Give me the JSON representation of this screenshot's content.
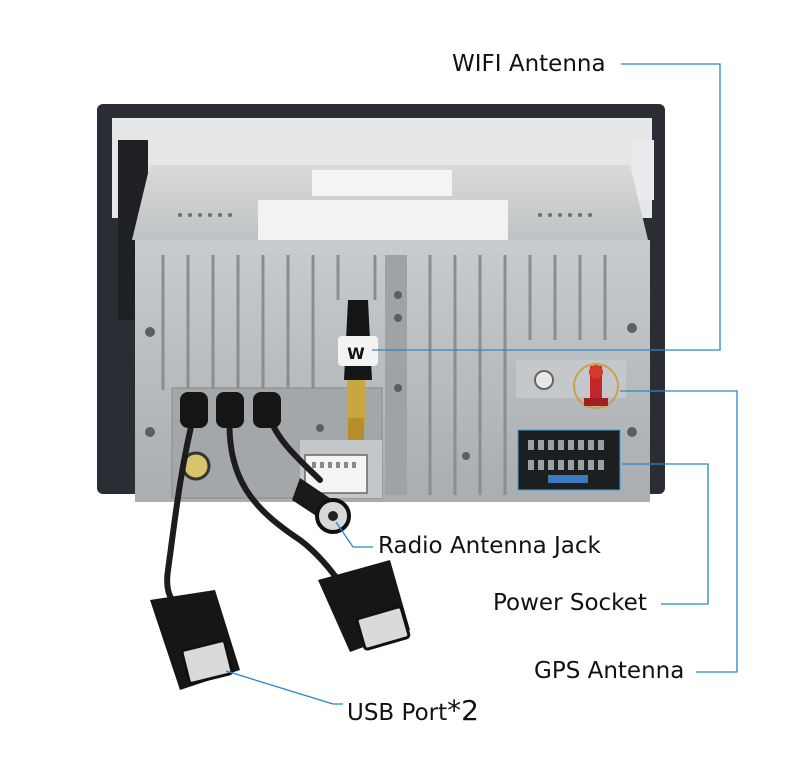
{
  "image": {
    "subject": "rear-of-car-stereo-head-unit",
    "colors": {
      "leader_line": "#2b86c9",
      "chassis": "#b9bcbf",
      "frame": "#2a2d33",
      "cable": "#1c1c1e"
    }
  },
  "callouts": {
    "wifi": "WIFI Antenna",
    "radio": "Radio Antenna Jack",
    "power": "Power Socket",
    "gps": "GPS Antenna",
    "usb_text": "USB Port",
    "usb_multiplier": "*2"
  }
}
